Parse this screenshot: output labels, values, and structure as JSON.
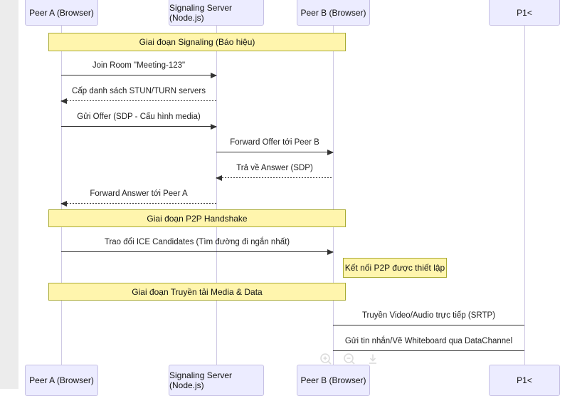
{
  "diagram": {
    "type": "sequence",
    "actors": [
      {
        "label": "Peer A (Browser)"
      },
      {
        "label": "Signaling Server (Node.js)"
      },
      {
        "label": "Peer B (Browser)"
      },
      {
        "label": "P1<"
      }
    ],
    "bands": [
      {
        "label": "Giai đoạn Signaling (Báo hiệu)"
      },
      {
        "label": "Giai đoạn P2P Handshake"
      },
      {
        "label": "Giai đoạn Truyền tải Media & Data"
      }
    ],
    "messages": [
      {
        "label": "Join Room \"Meeting-123\"",
        "from": "Peer A (Browser)",
        "to": "Signaling Server (Node.js)",
        "line": "solid",
        "arrow": "right"
      },
      {
        "label": "Cấp danh sách STUN/TURN servers",
        "from": "Signaling Server (Node.js)",
        "to": "Peer A (Browser)",
        "line": "dashed",
        "arrow": "left"
      },
      {
        "label": "Gửi Offer (SDP - Cấu hình media)",
        "from": "Peer A (Browser)",
        "to": "Signaling Server (Node.js)",
        "line": "solid",
        "arrow": "right"
      },
      {
        "label": "Forward Offer tới Peer B",
        "from": "Signaling Server (Node.js)",
        "to": "Peer B (Browser)",
        "line": "solid",
        "arrow": "right"
      },
      {
        "label": "Trả về Answer (SDP)",
        "from": "Peer B (Browser)",
        "to": "Signaling Server (Node.js)",
        "line": "dashed",
        "arrow": "left"
      },
      {
        "label": "Forward Answer tới Peer A",
        "from": "Signaling Server (Node.js)",
        "to": "Peer A (Browser)",
        "line": "dashed",
        "arrow": "left"
      },
      {
        "label": "Trao đổi ICE Candidates (Tìm đường đi ngắn nhất)",
        "from": "Peer A (Browser)",
        "to": "Peer B (Browser)",
        "line": "solid",
        "arrow": "right"
      },
      {
        "label": "Truyền Video/Audio trực tiếp (SRTP)",
        "from": "Peer B (Browser)",
        "to": "P1<",
        "line": "solid",
        "arrow": "none"
      },
      {
        "label": "Gửi tin nhắn/Vẽ Whiteboard qua DataChannel",
        "from": "Peer B (Browser)",
        "to": "P1<",
        "line": "solid",
        "arrow": "none"
      }
    ],
    "note": {
      "label": "Kết nối P2P được thiết lập",
      "over": "Peer B (Browser)"
    }
  },
  "viewer_controls": {
    "icons": [
      {
        "name": "zoom-in"
      },
      {
        "name": "zoom-out"
      },
      {
        "name": "download"
      }
    ]
  },
  "colors": {
    "band_fill": "#fff5ad",
    "band_border": "#aaaa33",
    "actor_fill": "#ececff",
    "actor_border": "#c6c0e4",
    "lifeline": "#cfc9e4",
    "arrow": "#333333",
    "gutter": "#ececec",
    "background": "#ffffff"
  }
}
